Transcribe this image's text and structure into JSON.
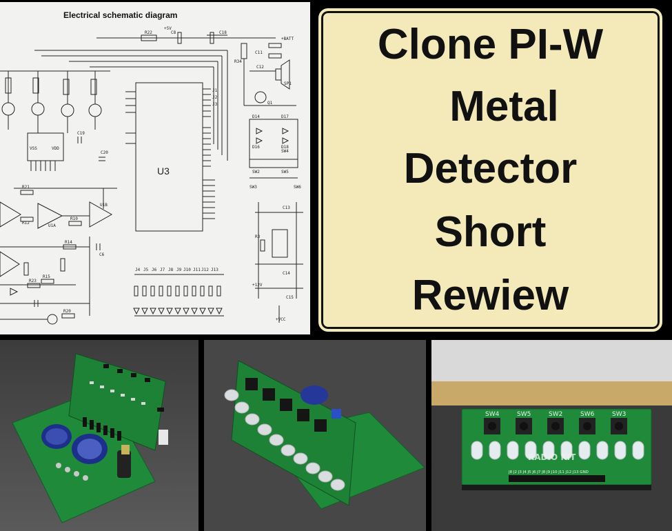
{
  "schematic": {
    "title": "Electrical schematic diagram",
    "chip_label": "U3",
    "labels": [
      "+5V",
      "+BATT",
      "C18",
      "C8",
      "C11",
      "C12",
      "SP1",
      "Q1",
      "R34",
      "VSS",
      "VDD",
      "U1B",
      "U1A",
      "C19",
      "C20",
      "C6",
      "R10",
      "R12",
      "R14",
      "R15",
      "R20",
      "R21",
      "R22",
      "R23",
      "D14",
      "D16",
      "D17",
      "D18",
      "SW2",
      "SW3",
      "SW4",
      "SW5",
      "SW6",
      "J1",
      "J2",
      "J3",
      "J4",
      "J5",
      "J6",
      "J7",
      "J8",
      "J9",
      "J10",
      "J11",
      "J12",
      "J13",
      "+12V",
      "+VCC",
      "C13",
      "C14",
      "C15",
      "R3"
    ]
  },
  "title": {
    "lines": [
      "Clone PI-W",
      "Metal",
      "Detector",
      "Short",
      "Rewiew"
    ]
  },
  "photos": {
    "photo3_switch_labels": [
      "SW4",
      "SW5",
      "SW2",
      "SW6",
      "SW3"
    ],
    "photo3_board_text": "RADIO KIT",
    "photo3_pin_labels": "J8 J2 J3 J4 J5 J6 J7 J8 J9 J10 J11 J12 J13 GND"
  },
  "colors": {
    "title_background": "#f4e9b8",
    "pcb_green": "#1f8a3a",
    "schematic_background": "#f2f2f0"
  }
}
